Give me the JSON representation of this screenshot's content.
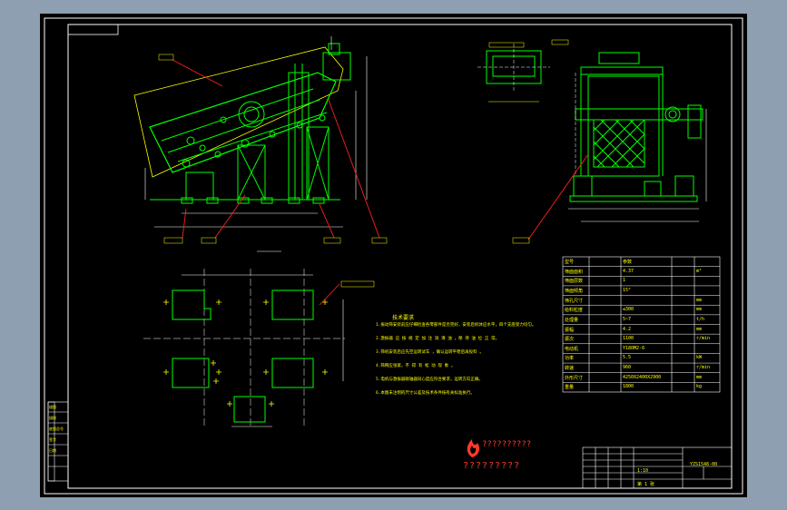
{
  "colors": {
    "outer_bg": "#8d9fb0",
    "sheet_bg": "#000000",
    "frame": "#ffffff",
    "geometry": "#00ff00",
    "text": "#ffff00",
    "leader": "#ff2020",
    "logo": "#ff3a2a"
  },
  "views": {
    "side_view": "side-elevation",
    "end_view": "end-elevation",
    "plan_view": "foundation-plan",
    "detail_view": "section-detail"
  },
  "notes": {
    "title": "技术要求",
    "lines": [
      "1.振动筛安装前应仔细检查各零部件是否完好，安装后机体应水平，四个支座受力均匀。",
      "2.激振器 应 按 规 定 加 注 润 滑 油 ，保 持 油 位 正 常。",
      "3.筛机安装后应先空运转试车 ，确认运转平稳后再投料 。",
      "4.筛网应张紧，不 得 有 松 动 现 象 。",
      "5.电机与激振器联轴器同心度应符合要求，运转方向正确。",
      "6.本图未注明的尺寸公差及技术条件按有关标准执行。"
    ]
  },
  "param_table": {
    "rows": [
      [
        "型号",
        "参数",
        ""
      ],
      [
        "筛面面积",
        "4.37",
        "m²"
      ],
      [
        "筛面层数",
        "1",
        ""
      ],
      [
        "筛面倾角",
        "15°",
        ""
      ],
      [
        "筛孔尺寸",
        "",
        "mm"
      ],
      [
        "给料粒度",
        "≤300",
        "mm"
      ],
      [
        "处理量",
        "5~7",
        "t/h"
      ],
      [
        "振幅",
        "4.2",
        "mm"
      ],
      [
        "振次",
        "1100",
        "r/min"
      ],
      [
        "电动机",
        "Y180M2-6",
        ""
      ],
      [
        "功率",
        "5.5",
        "kW"
      ],
      [
        "转速",
        "960",
        "r/min"
      ],
      [
        "外形尺寸",
        "4250X2400X2900",
        "mm"
      ],
      [
        "重量",
        "1800",
        "kg"
      ]
    ]
  },
  "title_block": {
    "drawing_code": "YZS1548-00",
    "scale": "1:10",
    "sheet": "第 1 张"
  },
  "revision_block": {
    "rows": [
      "描图",
      "描校",
      "底图总号",
      "签字",
      "日期"
    ]
  },
  "logo": {
    "brand": "??????????",
    "caption": "?????????",
    "icon": "flame-logo-icon"
  }
}
